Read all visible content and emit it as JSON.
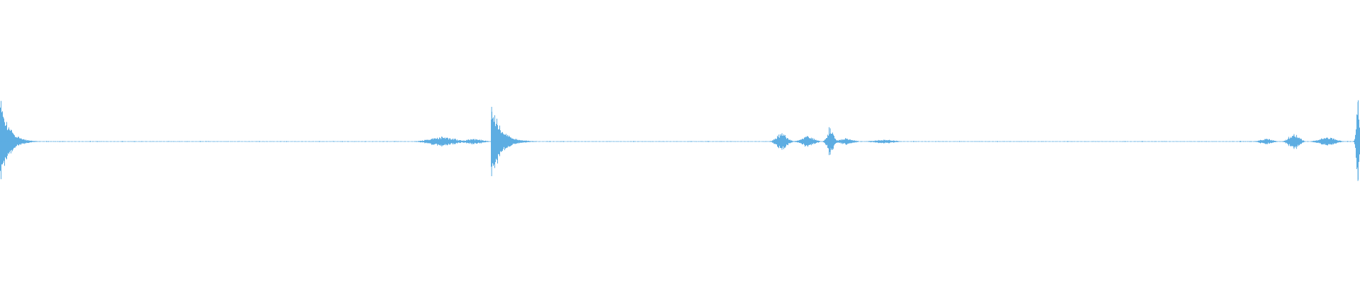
{
  "colors": {
    "waveform": "#5DADE2",
    "background": "#FFFFFF"
  },
  "chart_data": {
    "type": "area",
    "x_range": [
      0,
      1
    ],
    "y_range": [
      -1,
      1
    ],
    "grid": false,
    "legend": "none",
    "baseline_amplitude": 0.005,
    "events": [
      {
        "t": 0.0008,
        "peak": 0.86,
        "decay": 0.006,
        "kind": "transient"
      },
      {
        "t": 0.325,
        "peak": 0.11,
        "width": 0.012,
        "kind": "burst"
      },
      {
        "t": 0.3485,
        "peak": 0.06,
        "width": 0.008,
        "kind": "burst"
      },
      {
        "t": 0.3615,
        "peak": 0.79,
        "decay": 0.007,
        "kind": "transient"
      },
      {
        "t": 0.575,
        "peak": 0.19,
        "width": 0.005,
        "kind": "burst"
      },
      {
        "t": 0.594,
        "peak": 0.12,
        "width": 0.006,
        "kind": "burst"
      },
      {
        "t": 0.6105,
        "peak": 0.3,
        "width": 0.003,
        "kind": "burst"
      },
      {
        "t": 0.622,
        "peak": 0.07,
        "width": 0.007,
        "kind": "burst"
      },
      {
        "t": 0.65,
        "peak": 0.04,
        "width": 0.01,
        "kind": "burst"
      },
      {
        "t": 0.931,
        "peak": 0.06,
        "width": 0.006,
        "kind": "burst"
      },
      {
        "t": 0.9515,
        "peak": 0.17,
        "width": 0.005,
        "kind": "burst"
      },
      {
        "t": 0.976,
        "peak": 0.09,
        "width": 0.008,
        "kind": "burst"
      },
      {
        "t": 0.9985,
        "peak": 0.9,
        "width": 0.0015,
        "kind": "burst"
      }
    ]
  }
}
